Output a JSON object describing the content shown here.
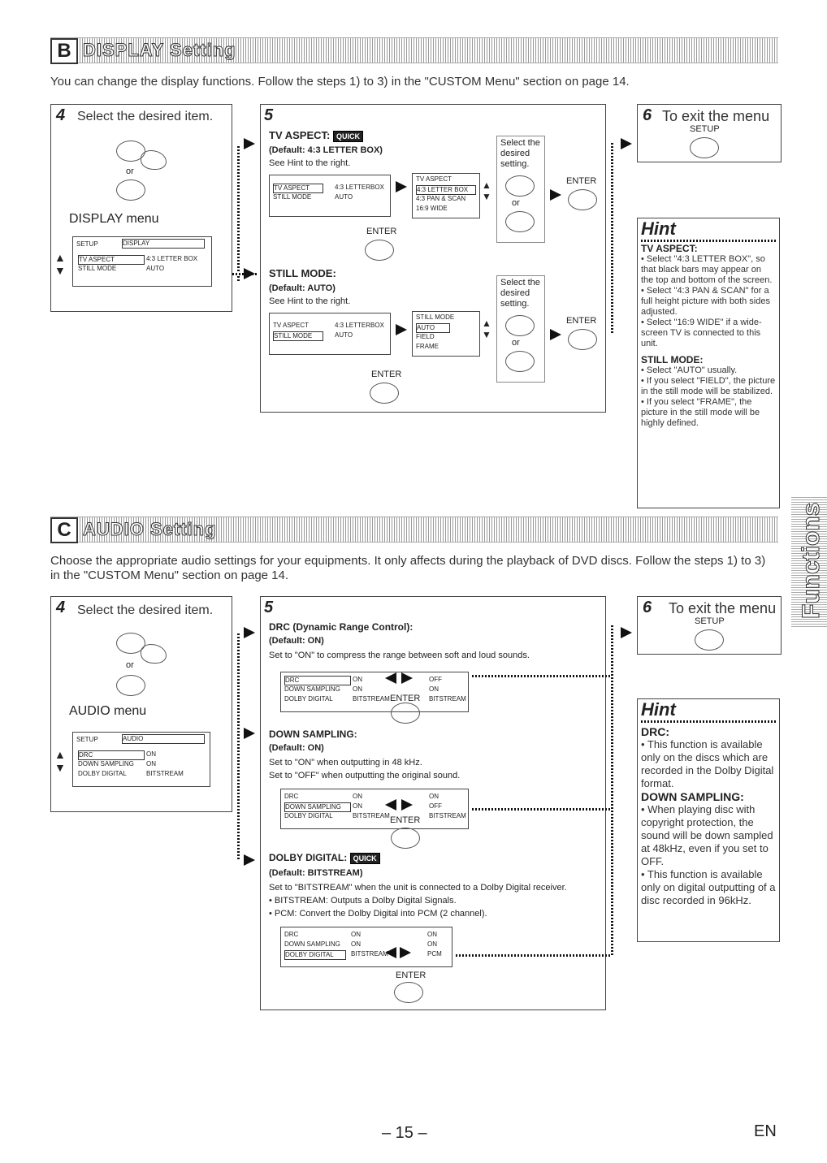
{
  "display": {
    "letter": "B",
    "title": "DISPLAY Setting",
    "intro": "You can change the display functions. Follow the steps 1) to 3) in the \"CUSTOM Menu\" section on page 14.",
    "step4": {
      "num": "4",
      "label": "Select the desired item.",
      "or": "or",
      "menu_label": "DISPLAY menu",
      "screen": {
        "tab_setup": "SETUP",
        "tab_display": "DISPLAY",
        "rows": [
          {
            "name": "TV ASPECT",
            "value": "4:3 LETTER BOX"
          },
          {
            "name": "STILL MODE",
            "value": "AUTO"
          }
        ]
      }
    },
    "step5": {
      "num": "5",
      "tv": {
        "title": "TV ASPECT:",
        "quick": "QUICK",
        "default": "(Default: 4:3 LETTER BOX)",
        "hint": "See Hint to the right.",
        "screen_rows": [
          {
            "name": "TV ASPECT",
            "value": "4:3 LETTERBOX"
          },
          {
            "name": "STILL MODE",
            "value": "AUTO"
          }
        ],
        "options_title": "TV ASPECT",
        "options": [
          "4:3 LETTER BOX",
          "4:3 PAN & SCAN",
          "16:9 WIDE"
        ],
        "enter": "ENTER",
        "select_note": "Select the desired setting.",
        "or": "or",
        "enter2": "ENTER"
      },
      "still": {
        "title": "STILL MODE:",
        "default": "(Default: AUTO)",
        "hint": "See Hint to the right.",
        "screen_rows": [
          {
            "name": "TV ASPECT",
            "value": "4:3 LETTERBOX"
          },
          {
            "name": "STILL MODE",
            "value": "AUTO"
          }
        ],
        "options_title": "STILL MODE",
        "options": [
          "AUTO",
          "FIELD",
          "FRAME"
        ],
        "enter": "ENTER",
        "select_note": "Select the desired setting.",
        "or": "or",
        "enter2": "ENTER"
      }
    },
    "step6": {
      "num": "6",
      "label": "To exit the menu",
      "key": "SETUP"
    },
    "hint": {
      "title": "Hint",
      "tv_head": "TV ASPECT:",
      "tv_items": [
        "• Select \"4:3 LETTER BOX\", so that black bars may appear on the top and bottom of the screen.",
        "• Select \"4:3 PAN & SCAN\" for a full height picture with both sides adjusted.",
        "• Select \"16:9 WIDE\" if a wide-screen TV is connected to this unit."
      ],
      "still_head": "STILL MODE:",
      "still_items": [
        "• Select \"AUTO\" usually.",
        "• If you select \"FIELD\", the picture in the still mode will be stabilized.",
        "• If you select \"FRAME\", the picture in the still mode will be highly defined."
      ]
    }
  },
  "audio": {
    "letter": "C",
    "title": "AUDIO Setting",
    "intro": "Choose the appropriate audio settings for your equipments. It only affects during the playback of DVD discs. Follow the steps 1) to 3) in the \"CUSTOM Menu\" section on page 14.",
    "step4": {
      "num": "4",
      "label": "Select the desired item.",
      "or": "or",
      "menu_label": "AUDIO menu",
      "screen": {
        "tab_setup": "SETUP",
        "tab_audio": "AUDIO",
        "rows": [
          {
            "name": "DRC",
            "value": "ON"
          },
          {
            "name": "DOWN SAMPLING",
            "value": "ON"
          },
          {
            "name": "DOLBY DIGITAL",
            "value": "BITSTREAM"
          }
        ]
      }
    },
    "step5": {
      "num": "5",
      "drc": {
        "title": "DRC (Dynamic Range Control):",
        "default": "(Default: ON)",
        "desc": "Set to \"ON\" to compress the range between soft and loud sounds.",
        "rows": [
          {
            "name": "DRC",
            "value": "ON",
            "alt": "OFF"
          },
          {
            "name": "DOWN SAMPLING",
            "value": "ON",
            "alt": "ON"
          },
          {
            "name": "DOLBY DIGITAL",
            "value": "BITSTREAM",
            "alt": "BITSTREAM"
          }
        ],
        "enter": "ENTER"
      },
      "down": {
        "title": "DOWN SAMPLING:",
        "default": "(Default: ON)",
        "desc1": "Set to \"ON\" when outputting in 48 kHz.",
        "desc2": "Set to \"OFF\" when outputting the original sound.",
        "rows": [
          {
            "name": "DRC",
            "value": "ON",
            "alt": "ON"
          },
          {
            "name": "DOWN SAMPLING",
            "value": "ON",
            "alt": "OFF"
          },
          {
            "name": "DOLBY DIGITAL",
            "value": "BITSTREAM",
            "alt": "BITSTREAM"
          }
        ],
        "enter": "ENTER"
      },
      "dolby": {
        "title": "DOLBY DIGITAL:",
        "quick": "QUICK",
        "default": "(Default: BITSTREAM)",
        "desc": "Set to \"BITSTREAM\" when the unit is connected to a Dolby Digital receiver.",
        "b1": "• BITSTREAM: Outputs a Dolby Digital Signals.",
        "b2": "• PCM: Convert the Dolby Digital into PCM (2 channel).",
        "rows": [
          {
            "name": "DRC",
            "value": "ON",
            "alt": "ON"
          },
          {
            "name": "DOWN SAMPLING",
            "value": "ON",
            "alt": "ON"
          },
          {
            "name": "DOLBY DIGITAL",
            "value": "BITSTREAM",
            "alt": "PCM"
          }
        ],
        "enter": "ENTER"
      }
    },
    "step6": {
      "num": "6",
      "label": "To exit the menu",
      "key": "SETUP"
    },
    "hint": {
      "title": "Hint",
      "drc_head": "DRC:",
      "drc_items": [
        "• This function is available only on the discs which are recorded in the Dolby Digital format."
      ],
      "down_head": "DOWN SAMPLING:",
      "down_items": [
        "• When playing disc with copyright protection, the sound will be down sampled at 48kHz, even if you set to OFF.",
        "• This function is available only on digital outputting of a disc recorded in 96kHz."
      ]
    }
  },
  "side_tab": "Functions",
  "footer": {
    "page": "– 15 –",
    "lang": "EN"
  }
}
